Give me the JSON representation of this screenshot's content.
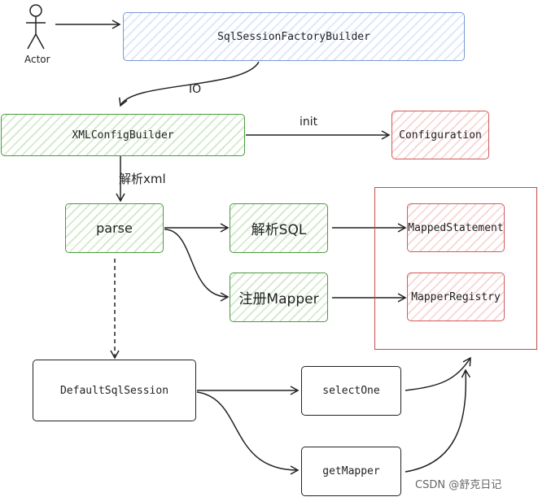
{
  "actor": {
    "label": "Actor"
  },
  "nodes": {
    "ssfb": "SqlSessionFactoryBuilder",
    "xcb": "XMLConfigBuilder",
    "configuration": "Configuration",
    "parse": "parse",
    "parse_sql": "解析SQL",
    "register_mapper": "注册Mapper",
    "mapped_statement": "MappedStatement",
    "mapper_registry": "MapperRegistry",
    "default_session": "DefaultSqlSession",
    "select_one": "selectOne",
    "get_mapper": "getMapper"
  },
  "edge_labels": {
    "io": "IO",
    "init": "init",
    "parse_xml": "解析xml"
  },
  "watermark": "CSDN @舒克日记",
  "colors": {
    "blue_border": "#7a9ad6",
    "green_border": "#4a9a3e",
    "red_border": "#d45a5a"
  }
}
